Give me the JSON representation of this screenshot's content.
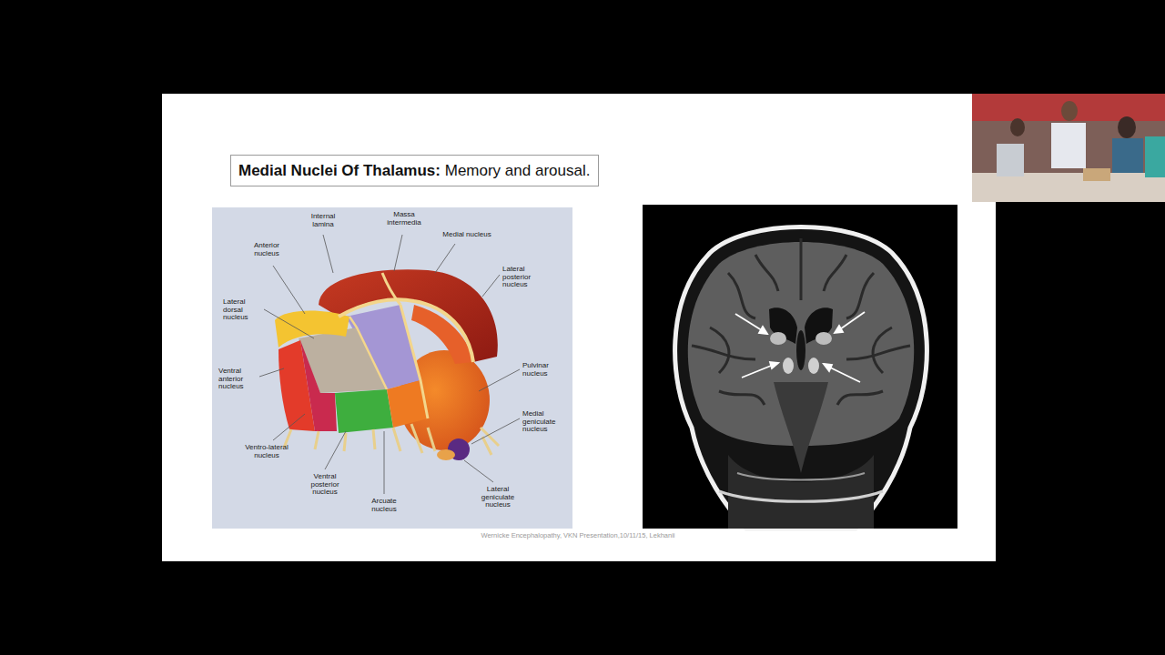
{
  "diagram": {
    "title": "Medial Nuclei Of Thalamus: Memory and arousal.",
    "labels": [
      "Internal lamina",
      "Massa intermedia",
      "Medial nucleus",
      "Lateral posterior nucleus",
      "Anterior nucleus",
      "Lateral dorsal nucleus",
      "Ventral anterior nucleus",
      "Ventro-lateral nucleus",
      "Ventral posterior nucleus",
      "Arcuate nucleus",
      "Pulvinar nucleus",
      "Medial geniculate nucleus",
      "Lateral geniculate nucleus",
      "Wernicke Encephalopathy, VKN Presentation,10/11/15, Lekhanii"
    ]
  }
}
